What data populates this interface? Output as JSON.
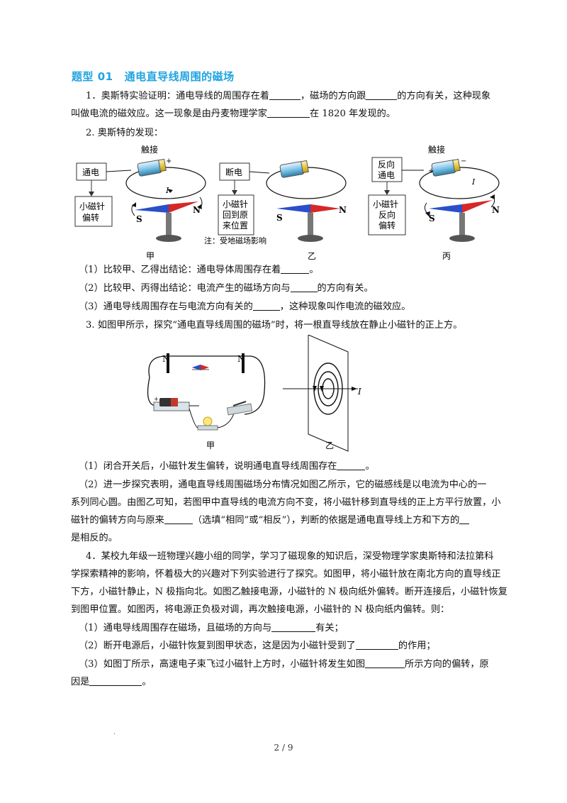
{
  "heading": {
    "label": "题型 01",
    "title": "通电直导线周围的磁场"
  },
  "q1": {
    "line1a": "1．奥斯特实验证明：通电导线的周围存在着",
    "line1b": "，磁场的方向跟",
    "line1c": "的方向有关，这种现象",
    "line2a": "叫做电流的磁效应。这一现象是由丹麦物理学家",
    "line2b": "在 1820 年发现的。"
  },
  "q2": {
    "title": "2. 奥斯特的发现：",
    "fig": {
      "jia": {
        "touch": "触接",
        "box": "通电",
        "result_line1": "小磁针",
        "result_line2": "偏转",
        "caption": "甲"
      },
      "yi": {
        "box": "断电",
        "result_line1": "小磁针",
        "result_line2": "回到原",
        "result_line3": "来位置",
        "note": "注：受地磁场影响",
        "caption": "乙"
      },
      "bing": {
        "touch": "触接",
        "box_line1": "反向",
        "box_line2": "通电",
        "result_line1": "小磁针",
        "result_line2": "反向",
        "result_line3": "偏转",
        "caption": "丙"
      },
      "current": "I",
      "plus": "+",
      "minus": "−",
      "s": "S",
      "n": "N"
    },
    "s1a": "（1）比较甲、乙得出结论：通电导体周围存在着",
    "s1b": "。",
    "s2a": "（2）比较甲、丙得出结论：电流产生的磁场方向与",
    "s2b": "的方向有关。",
    "s3a": "（3）通电导线周围存在与电流方向有关的",
    "s3b": "，这种现象叫作电流的磁效应。"
  },
  "q3": {
    "title": "3. 如图甲所示，探究“通电直导线周围的磁场”时，将一根直导线放在静止小磁针的正上方。",
    "fig": {
      "n1": "N",
      "n2": "N",
      "current": "I",
      "cap_jia": "甲",
      "cap_yi": "乙"
    },
    "s1a": "（1）闭合开关后，小磁针发生偏转，说明通电直导线周围存在",
    "s1b": "。",
    "s2_l1": "（2）进一步探究表明，通电直导线周围磁场分布情况如图乙所示，它的磁感线是以电流为中心的一",
    "s2_l2": "系列同心圆。由图乙可知，若图甲中直导线的电流方向不变，将小磁针移到直导线的正上方平行放置，小",
    "s2_l3a": "磁针的偏转方向与原来",
    "s2_l3b": "（选填“相同”或“相反”），判断的依据是通电直导线上方和下方的",
    "s2_l4": "是相反的。"
  },
  "q4": {
    "l1": "4．某校九年级一班物理兴趣小组的同学，学习了磁现象的知识后，深受物理学家奥斯特和法拉第科",
    "l2": "学探索精神的影响，怀着极大的兴趣对下列实验进行了探究。如图甲，将小磁针放在南北方向的直导线正",
    "l3": "下方，小磁针静止，N 极指向北。如图乙触接电源，小磁针的 N 极向纸外偏转。断开连接后，小磁针恢复",
    "l4": "到图甲位置。如图丙，将电源正负极对调，再次触接电源，小磁针的 N 极向纸内偏转。则：",
    "s1a": "（1）通电导线周围存在磁场，且磁场的方向与",
    "s1b": "有关；",
    "s2a": "（2）断开电源后，小磁针恢复到图甲状态，这是因为小磁针受到了",
    "s2b": "的作用；",
    "s3a": "（3）如图丁所示，高速电子束飞过小磁针上方时，小磁针将发生如图",
    "s3b": "所示方向的偏转，原",
    "s3c": "因是",
    "s3d": "。"
  },
  "footer": {
    "page": "2 / 9",
    "dot": "."
  }
}
